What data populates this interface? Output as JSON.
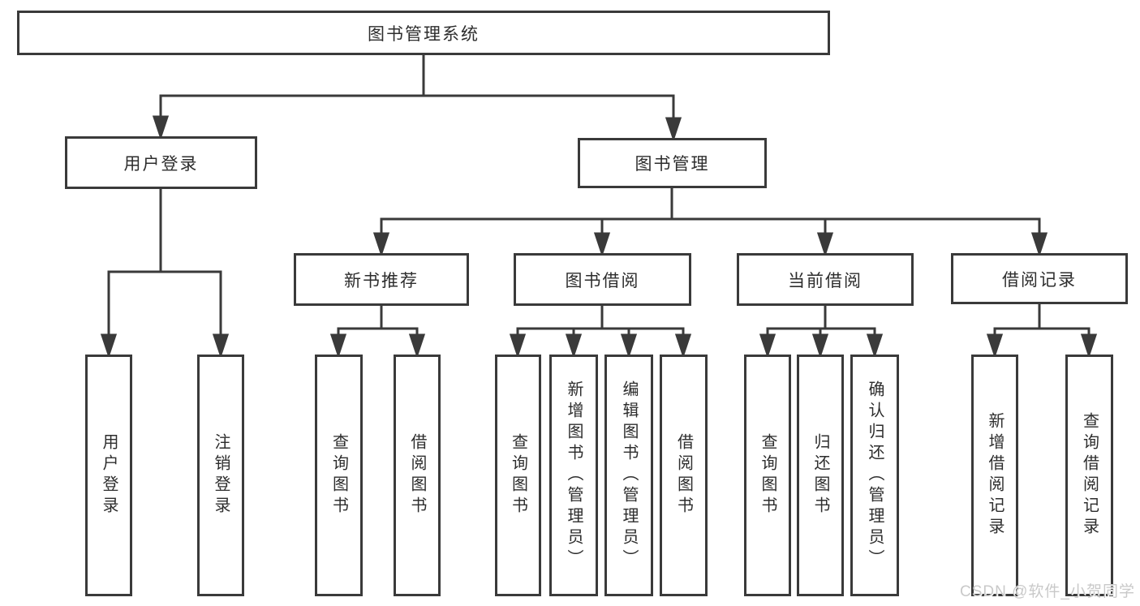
{
  "diagram": {
    "title": "图书管理系统",
    "root": {
      "label": "图书管理系统"
    },
    "level2": [
      {
        "label": "用户登录"
      },
      {
        "label": "图书管理"
      }
    ],
    "level3": [
      {
        "label": "新书推荐",
        "parent": "图书管理"
      },
      {
        "label": "图书借阅",
        "parent": "图书管理"
      },
      {
        "label": "当前借阅",
        "parent": "图书管理"
      },
      {
        "label": "借阅记录",
        "parent": "图书管理"
      }
    ],
    "leaves": [
      {
        "label": "用户登录",
        "parent": "用户登录"
      },
      {
        "label": "注销登录",
        "parent": "用户登录"
      },
      {
        "label": "查询图书",
        "parent": "新书推荐"
      },
      {
        "label": "借阅图书",
        "parent": "新书推荐"
      },
      {
        "label": "查询图书",
        "parent": "图书借阅"
      },
      {
        "label": "新增图书（管理员）",
        "parent": "图书借阅"
      },
      {
        "label": "编辑图书（管理员）",
        "parent": "图书借阅"
      },
      {
        "label": "借阅图书",
        "parent": "图书借阅"
      },
      {
        "label": "查询图书",
        "parent": "当前借阅"
      },
      {
        "label": "归还图书",
        "parent": "当前借阅"
      },
      {
        "label": "确认归还（管理员）",
        "parent": "当前借阅"
      },
      {
        "label": "新增借阅记录",
        "parent": "借阅记录"
      },
      {
        "label": "查询借阅记录",
        "parent": "借阅记录"
      }
    ]
  },
  "watermark": {
    "text": "CSDN @软件_小贺同学"
  },
  "colors": {
    "line": "#3a3a3a",
    "text": "#2d2d2d",
    "background": "#ffffff",
    "watermark": "#c9c9c9"
  }
}
